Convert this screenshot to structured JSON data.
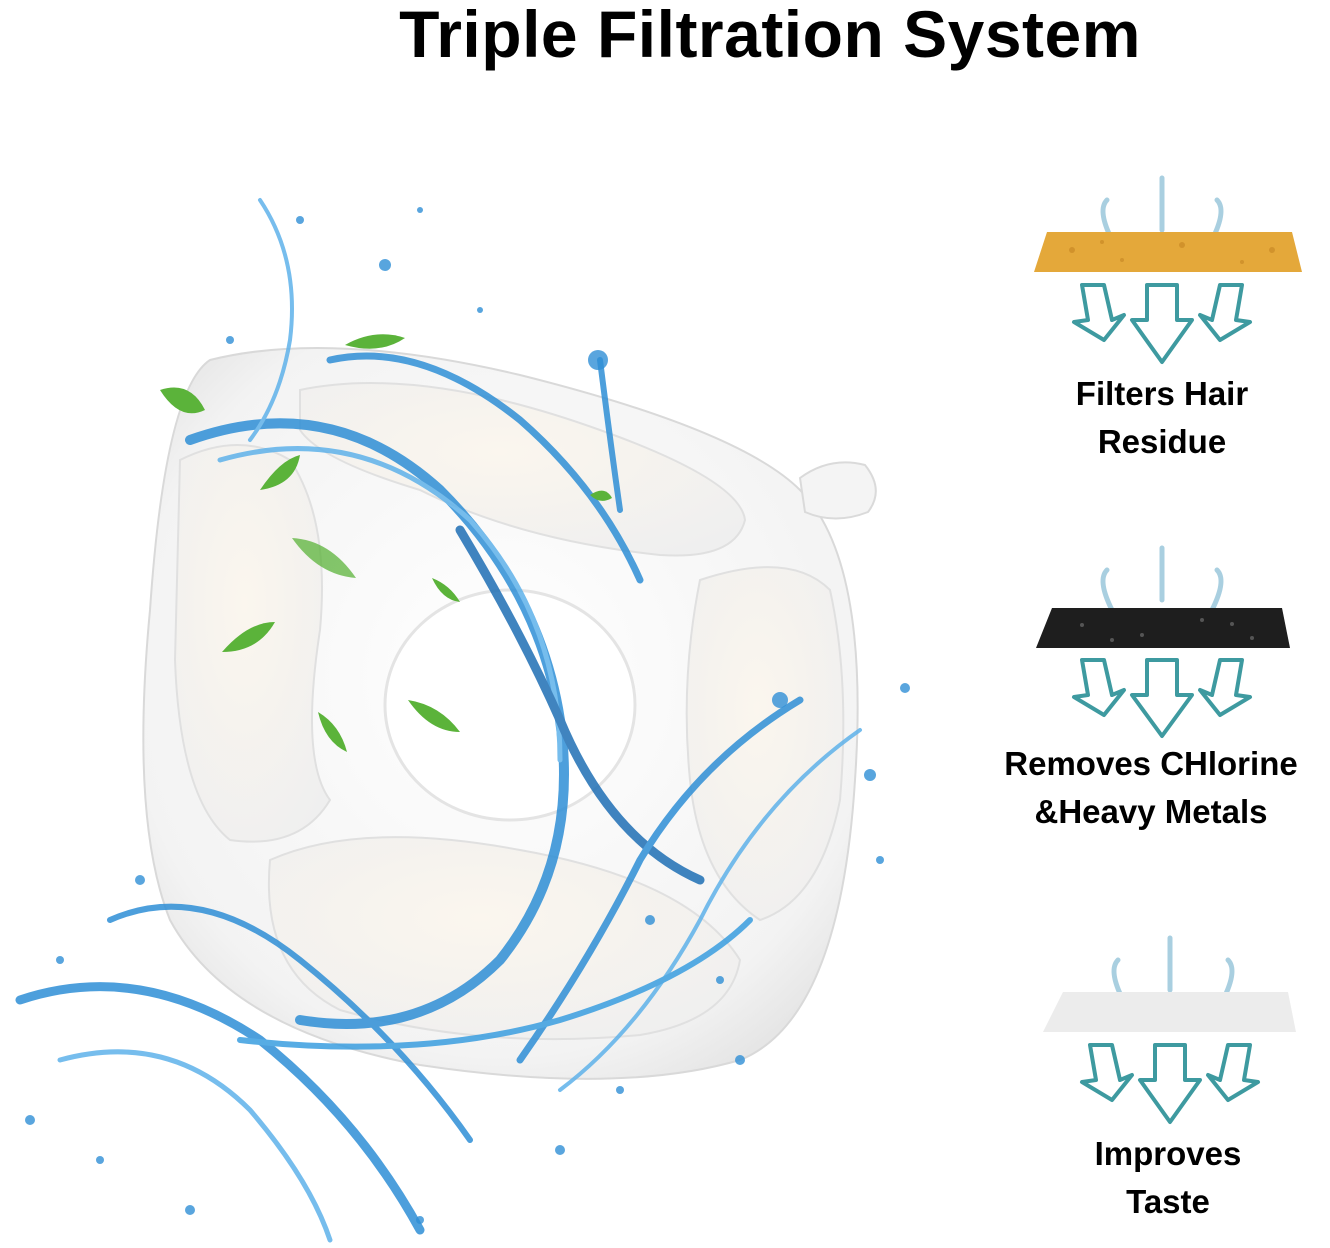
{
  "title": "Triple Filtration System",
  "colors": {
    "water_blue": "#2f8fd6",
    "arrow_teal": "#3e9aa0",
    "cotton_layer": "#e4a83a",
    "carbon_layer": "#1e1e1e",
    "fiber_layer": "#ececec",
    "leaf_green": "#5bb33a"
  },
  "layers": [
    {
      "caption_lines": [
        "Filters Hair",
        "Residue"
      ],
      "icon": "cotton-filter-layer-icon"
    },
    {
      "caption_lines": [
        "Removes CHlorine",
        "&Heavy Metals"
      ],
      "icon": "carbon-filter-layer-icon"
    },
    {
      "caption_lines": [
        "Improves",
        "Taste"
      ],
      "icon": "fiber-filter-layer-icon"
    }
  ]
}
